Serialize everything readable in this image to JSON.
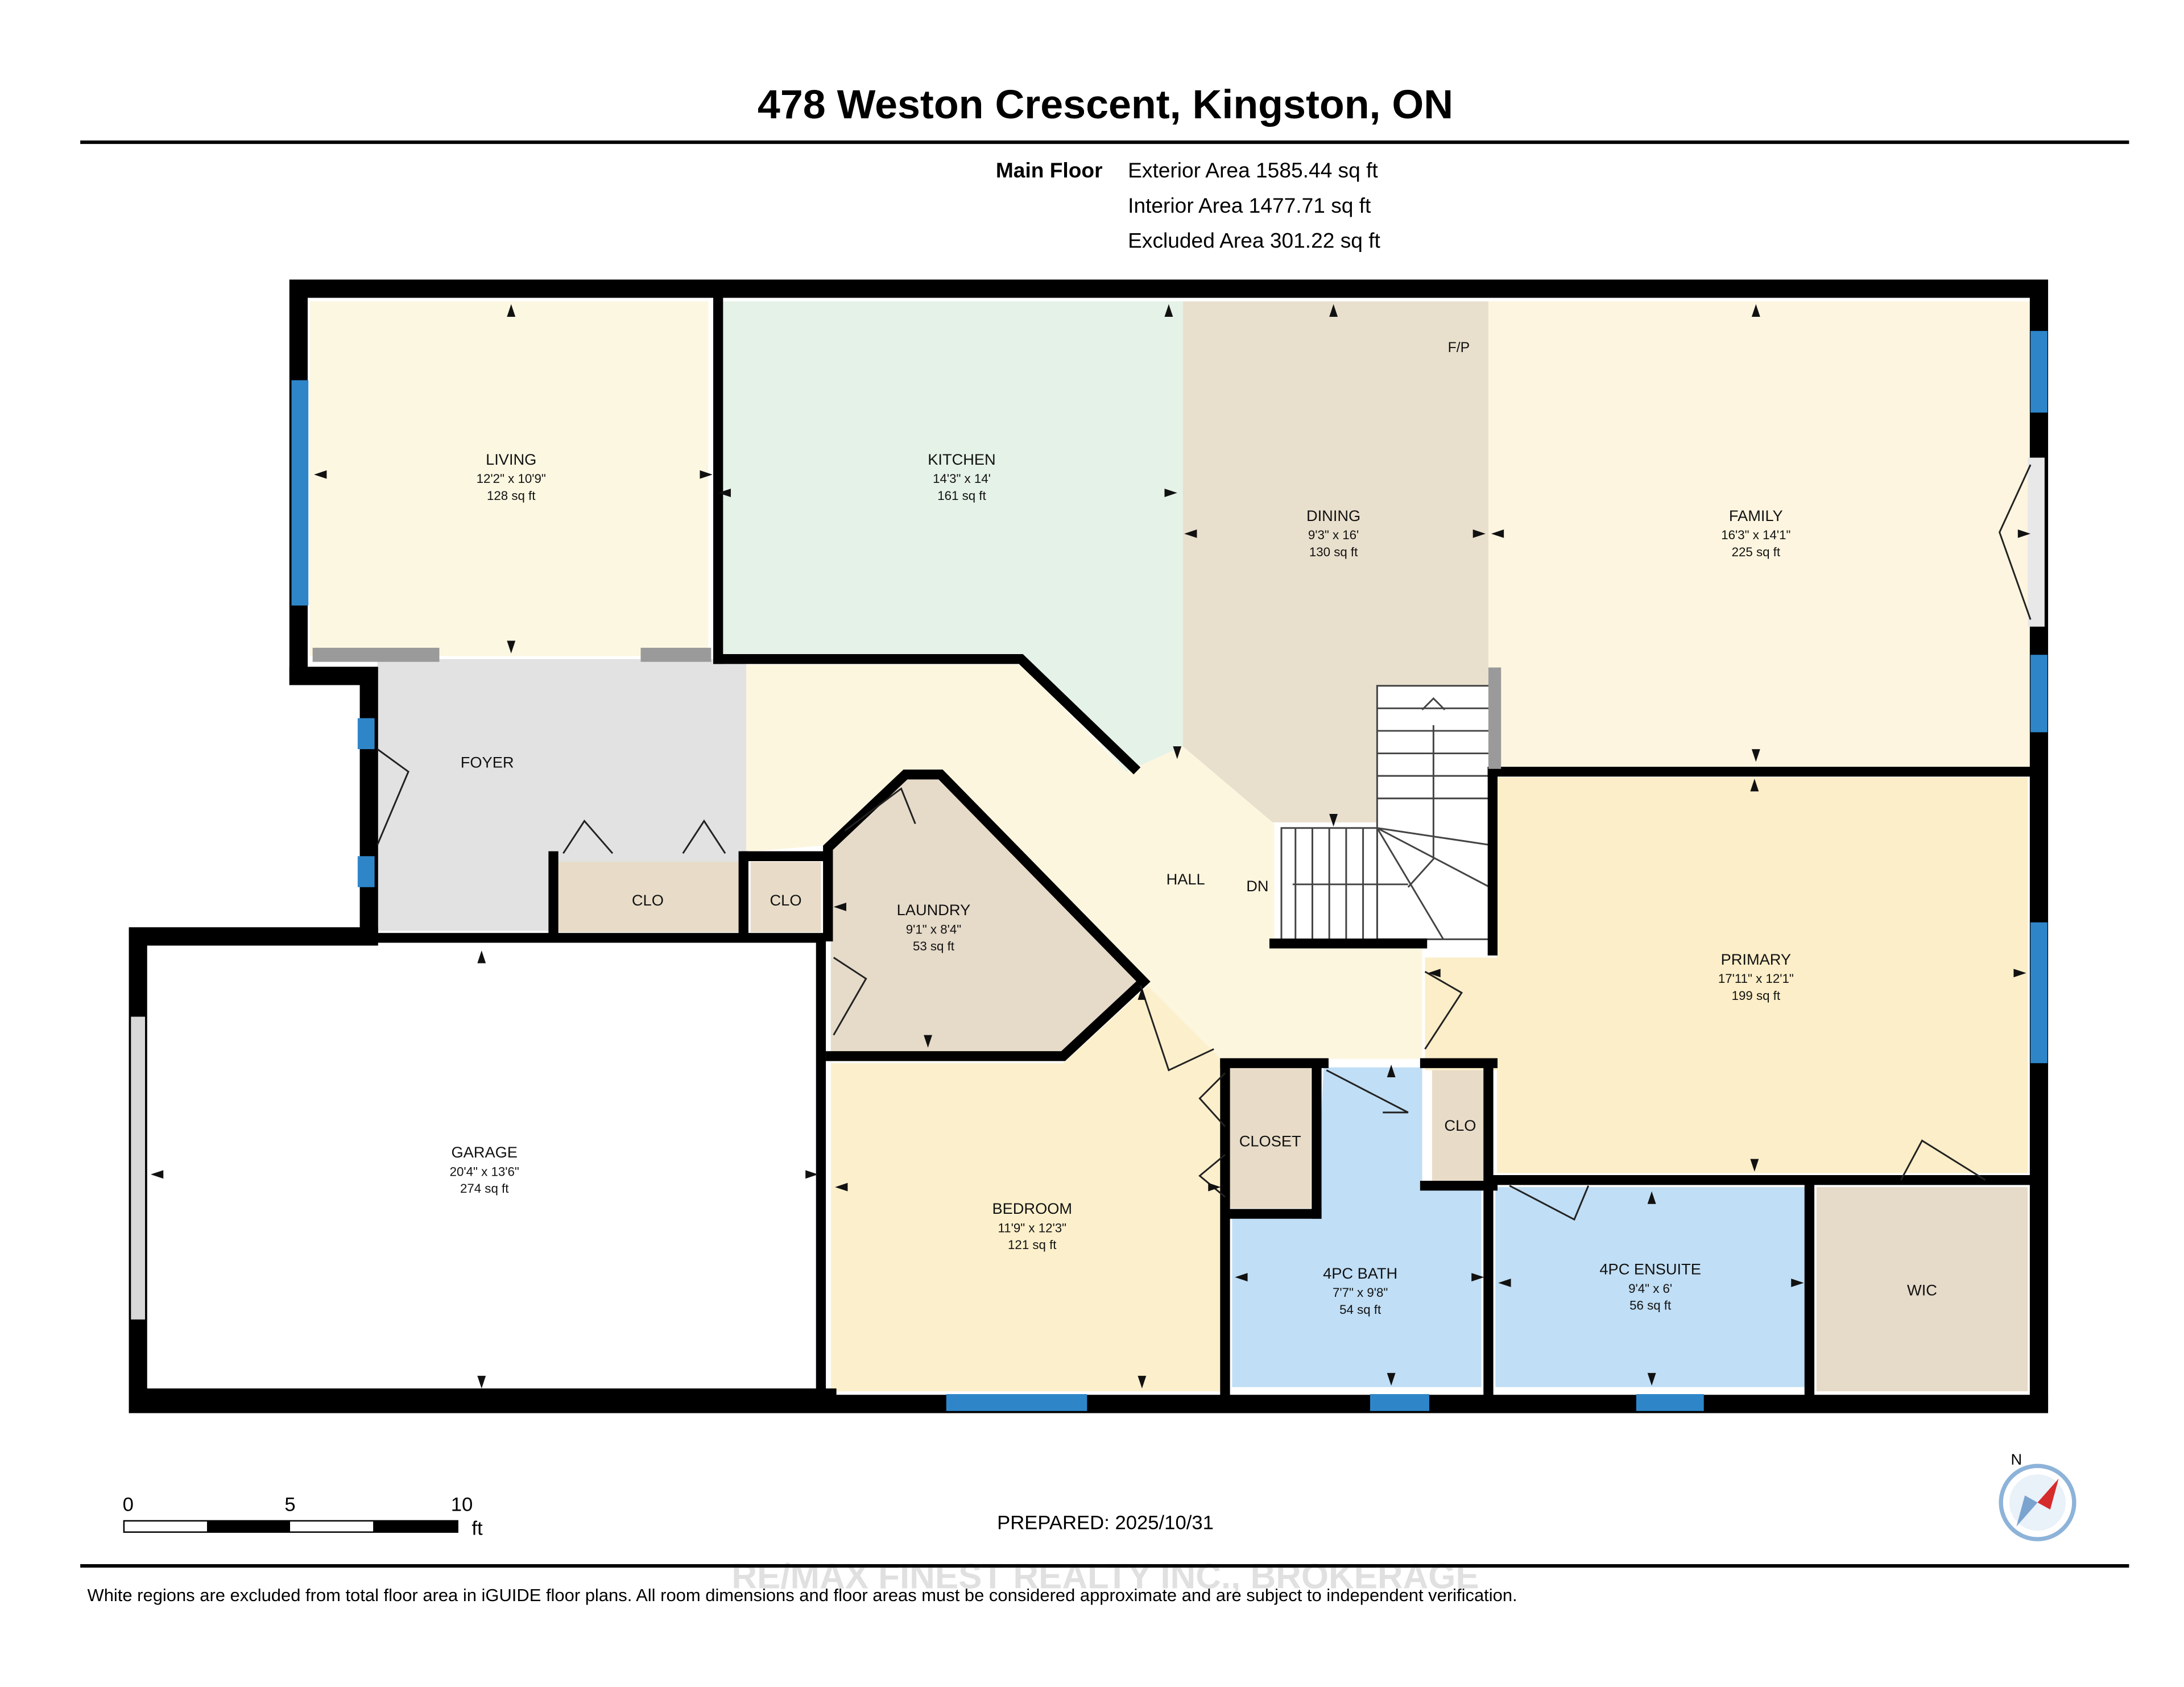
{
  "title": "478 Weston Crescent, Kingston, ON",
  "summary": {
    "floor_label": "Main Floor",
    "lines": [
      "Exterior Area 1585.44 sq ft",
      "Interior Area 1477.71 sq ft",
      "Excluded Area 301.22 sq ft"
    ]
  },
  "rooms": {
    "living": {
      "name": "LIVING",
      "dims": "12'2\" x 10'9\"",
      "area": "128 sq ft"
    },
    "kitchen": {
      "name": "KITCHEN",
      "dims": "14'3\" x 14'",
      "area": "161 sq ft"
    },
    "dining": {
      "name": "DINING",
      "dims": "9'3\" x 16'",
      "area": "130 sq ft"
    },
    "family": {
      "name": "FAMILY",
      "dims": "16'3\" x 14'1\"",
      "area": "225 sq ft"
    },
    "foyer": {
      "name": "FOYER"
    },
    "clo1": {
      "name": "CLO"
    },
    "clo2": {
      "name": "CLO"
    },
    "laundry": {
      "name": "LAUNDRY",
      "dims": "9'1\" x 8'4\"",
      "area": "53 sq ft"
    },
    "hall": {
      "name": "HALL"
    },
    "stair": {
      "name": "DN"
    },
    "primary": {
      "name": "PRIMARY",
      "dims": "17'11\" x 12'1\"",
      "area": "199 sq ft"
    },
    "garage": {
      "name": "GARAGE",
      "dims": "20'4\" x 13'6\"",
      "area": "274 sq ft"
    },
    "bedroom": {
      "name": "BEDROOM",
      "dims": "11'9\" x 12'3\"",
      "area": "121 sq ft"
    },
    "closet": {
      "name": "CLOSET"
    },
    "clo3": {
      "name": "CLO"
    },
    "bath": {
      "name": "4PC BATH",
      "dims": "7'7\" x 9'8\"",
      "area": "54 sq ft"
    },
    "ensuite": {
      "name": "4PC ENSUITE",
      "dims": "9'4\" x 6'",
      "area": "56 sq ft"
    },
    "wic": {
      "name": "WIC"
    },
    "fp": {
      "name": "F/P"
    }
  },
  "scale": {
    "labels": [
      "0",
      "5",
      "10"
    ],
    "unit": "ft"
  },
  "prepared": "PREPARED: 2025/10/31",
  "compass": "N",
  "watermark": "RE/MAX FINEST REALTY INC., BROKERAGE",
  "footer": "White regions are excluded from total floor area in iGUIDE floor plans. All room dimensions and floor areas must be considered approximate and are subject to independent verification.",
  "colors": {
    "living": "#fcf7e1",
    "kitchen": "#e5f2e8",
    "dining": "#e9dfcd",
    "family": "#fdf5df",
    "foyer": "#e2e2e2",
    "hall": "#fdf6df",
    "laundry": "#e6dac9",
    "closets": "#e8dcc8",
    "primary": "#fbeec8",
    "garage": "#ffffff",
    "bedroom": "#fcf0cc",
    "bath": "#c0def5",
    "wic": "#e6dac8",
    "wall": "#000000",
    "window": "#2e86c9"
  }
}
